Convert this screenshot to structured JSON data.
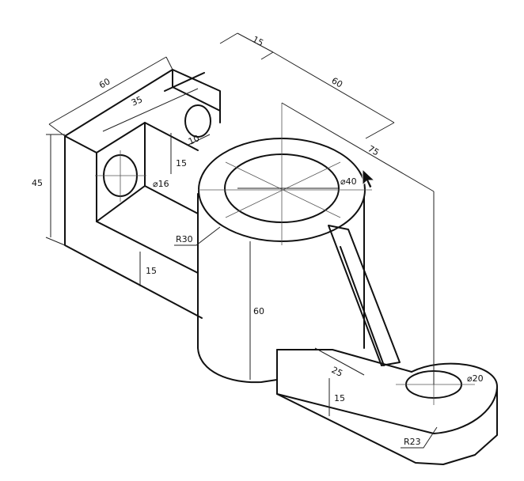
{
  "drawing": {
    "dimensions": {
      "d60_left": "60",
      "d15_top": "15",
      "d60_top": "60",
      "d35": "35",
      "d10": "10",
      "d75": "75",
      "d45": "45",
      "d15_slot": "15",
      "dia16": "⌀16",
      "dia40": "⌀40",
      "r30": "R30",
      "d15_wall": "15",
      "d60_height": "60",
      "d25": "25",
      "d15_base": "15",
      "dia20": "⌀20",
      "r23": "R23"
    }
  },
  "colors": {
    "line": "#111111",
    "background": "#ffffff"
  },
  "cursor": {
    "icon": "mouse-pointer-icon"
  }
}
